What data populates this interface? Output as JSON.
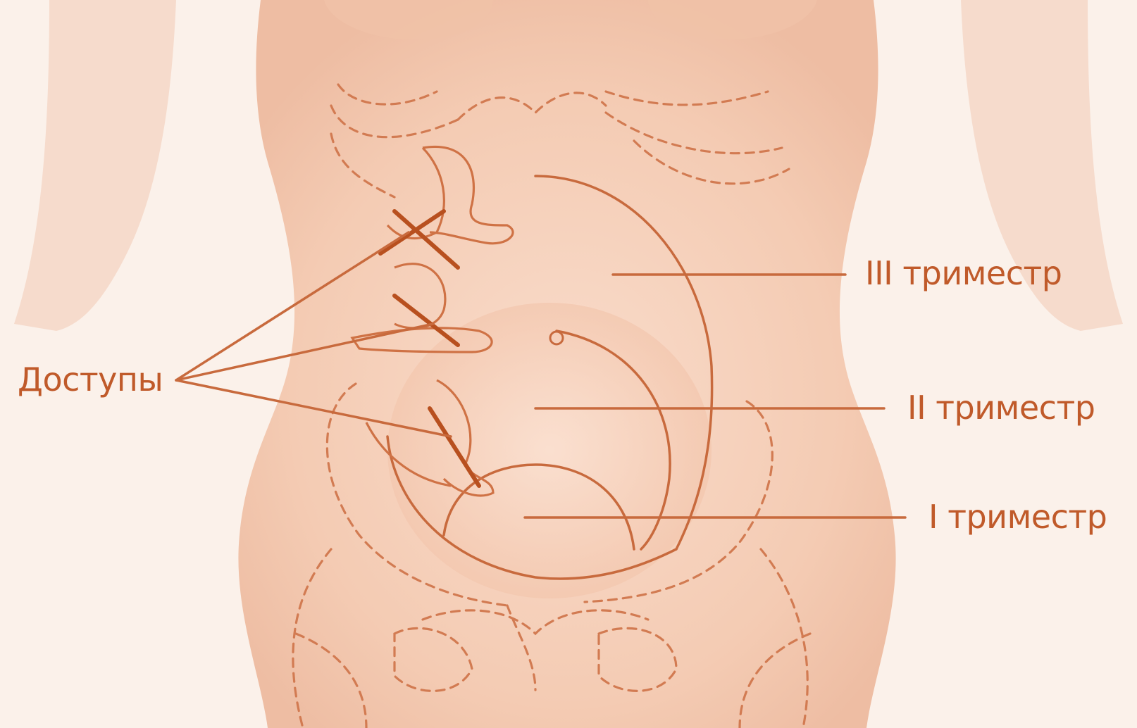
{
  "labels": {
    "access": "Доступы",
    "trimester_3": "III триместр",
    "trimester_2": "II триместр",
    "trimester_1": "I триместр"
  },
  "colors": {
    "skin": "#f6d4c0",
    "skin_shadow": "#eebda3",
    "background": "#fbf1ea",
    "ink": "#c05a2a",
    "line": "#c86a3d"
  }
}
